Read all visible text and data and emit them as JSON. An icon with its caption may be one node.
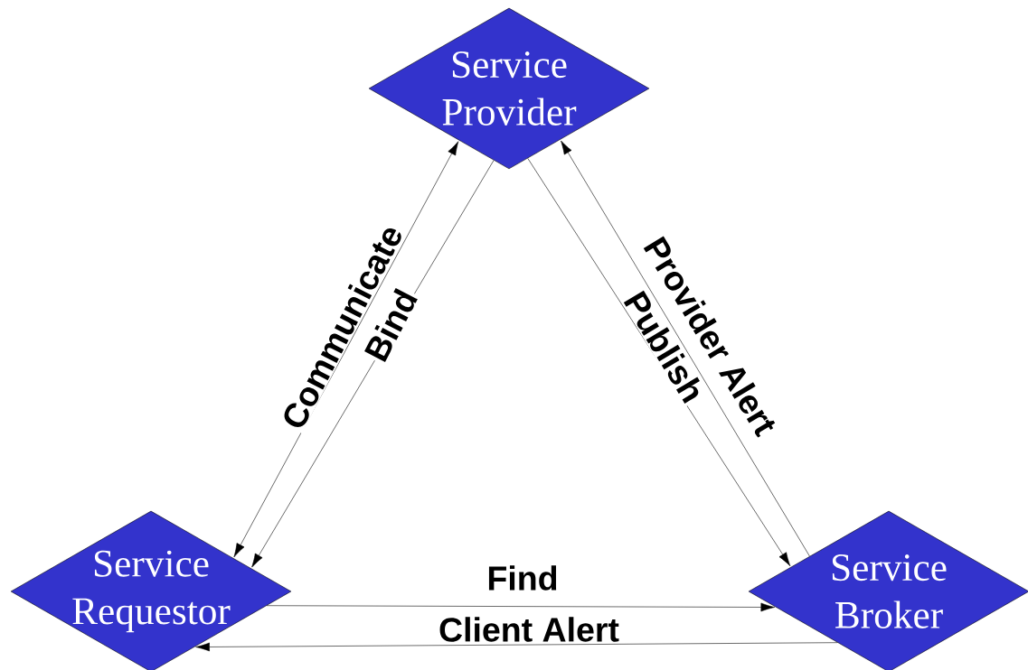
{
  "diagram": {
    "nodes": [
      {
        "text": [
          "Service Provider"
        ]
      },
      {
        "text": [
          "Service Requestor"
        ]
      },
      {
        "text": [
          "Service Broker"
        ]
      }
    ],
    "edges": [
      {
        "from": 0,
        "to": 1,
        "arrow": "both",
        "label": "Communicate"
      },
      {
        "from": 0,
        "to": 1,
        "arrow": "to",
        "label": "Bind"
      },
      {
        "from": 0,
        "to": 2,
        "arrow": "to",
        "label": "Publish"
      },
      {
        "from": 2,
        "to": 0,
        "arrow": "to",
        "label": "Provider Alert"
      },
      {
        "from": 1,
        "to": 2,
        "arrow": "to",
        "label": "Find"
      },
      {
        "from": 2,
        "to": 1,
        "arrow": "to",
        "label": "Client Alert"
      }
    ]
  }
}
